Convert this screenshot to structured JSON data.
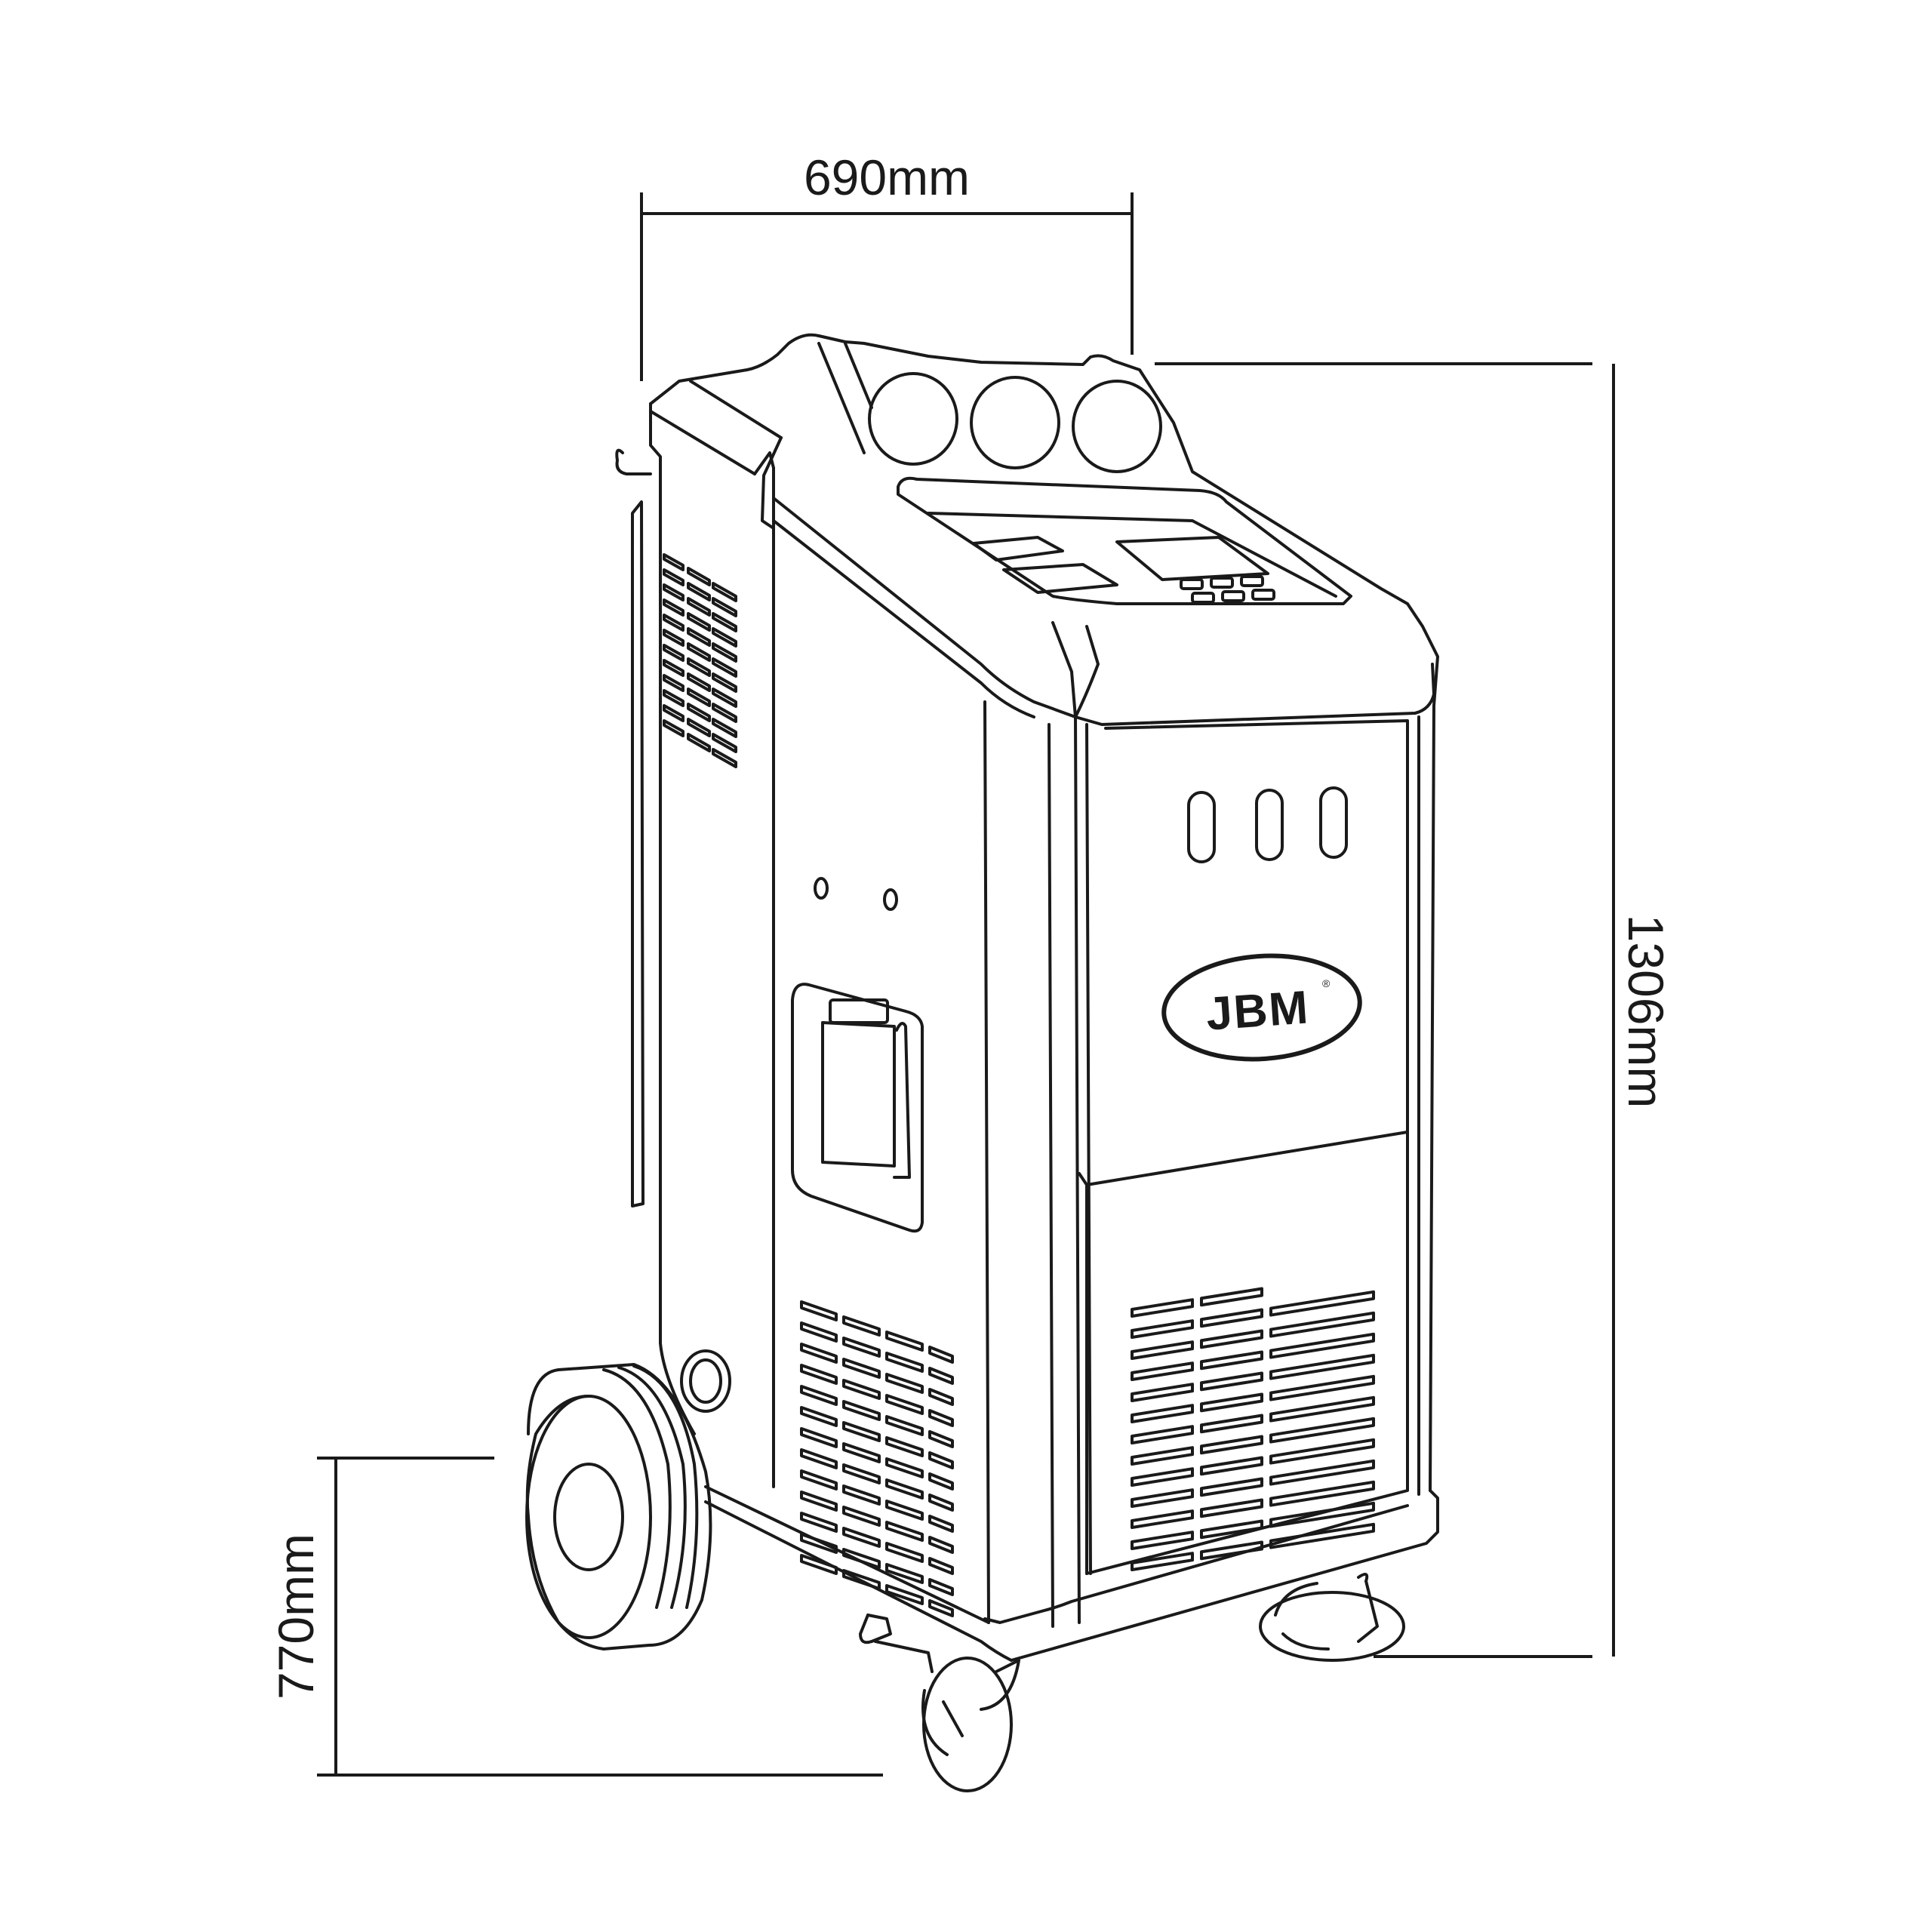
{
  "dimensions": {
    "width_label": "690mm",
    "height_label": "1306mm",
    "handle_height_label": "770mm"
  },
  "brand": {
    "logo_text": "JBM",
    "registered_mark": "®"
  }
}
